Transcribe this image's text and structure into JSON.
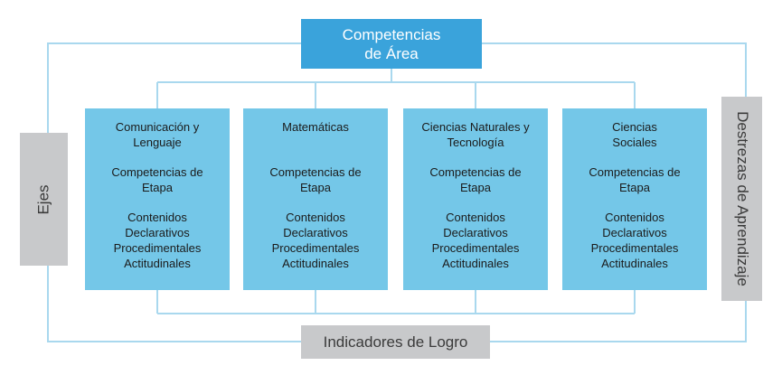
{
  "top": {
    "line1": "Competencias",
    "line2": "de Área"
  },
  "left": {
    "label": "Ejes"
  },
  "right": {
    "label": "Destrezas de Aprendizaje"
  },
  "bottom": {
    "label": "Indicadores de Logro"
  },
  "columns": [
    {
      "title": [
        "Comunicación y",
        "Lenguaje"
      ],
      "comp": [
        "Competencias de",
        "Etapa"
      ],
      "content": [
        "Contenidos",
        "Declarativos",
        "Procedimentales",
        "Actitudinales"
      ]
    },
    {
      "title": [
        "Matemáticas"
      ],
      "comp": [
        "Competencias de",
        "Etapa"
      ],
      "content": [
        "Contenidos",
        "Declarativos",
        "Procedimentales",
        "Actitudinales"
      ]
    },
    {
      "title": [
        "Ciencias Naturales y",
        "Tecnología"
      ],
      "comp": [
        "Competencias de",
        "Etapa"
      ],
      "content": [
        "Contenidos",
        "Declarativos",
        "Procedimentales",
        "Actitudinales"
      ]
    },
    {
      "title": [
        "Ciencias",
        "Sociales"
      ],
      "comp": [
        "Competencias de",
        "Etapa"
      ],
      "content": [
        "Contenidos",
        "Declarativos",
        "Procedimentales",
        "Actitudinales"
      ]
    }
  ],
  "colors": {
    "top": "#3aa3db",
    "column": "#74c7e8",
    "side": "#c8c9cb",
    "line": "#a9d8ee"
  }
}
